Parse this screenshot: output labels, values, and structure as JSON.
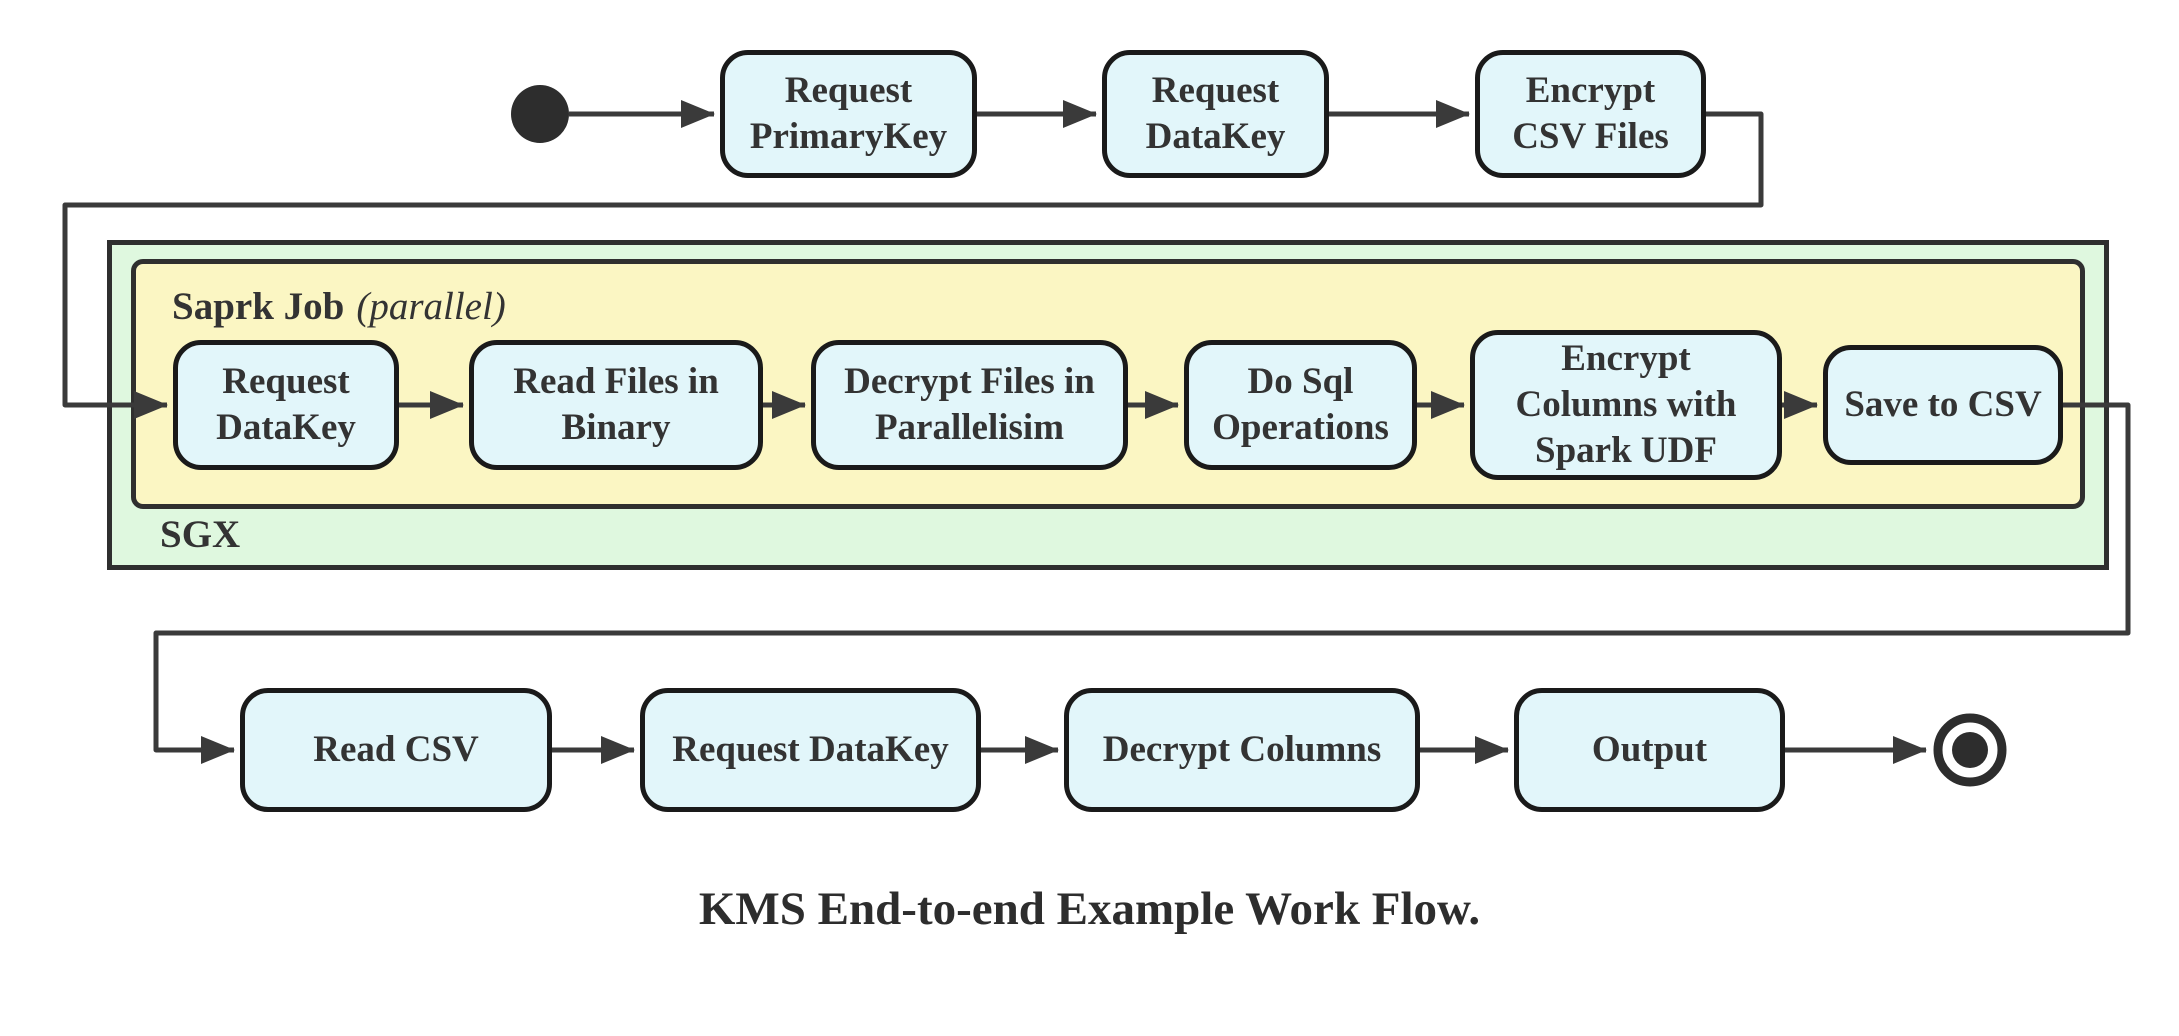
{
  "diagram": {
    "caption": "KMS End-to-end Example Work Flow.",
    "top_row": [
      {
        "label": "Request\nPrimaryKey"
      },
      {
        "label": "Request\nDataKey"
      },
      {
        "label": "Encrypt\nCSV Files"
      }
    ],
    "sgx": {
      "label": "SGX",
      "spark": {
        "title": "Saprk Job",
        "title_note": "(parallel)",
        "nodes": [
          {
            "label": "Request\nDataKey"
          },
          {
            "label": "Read Files in\nBinary"
          },
          {
            "label": "Decrypt Files in\nParallelisim"
          },
          {
            "label": "Do Sql\nOperations"
          },
          {
            "label": "Encrypt\nColumns with\nSpark UDF"
          },
          {
            "label": "Save to CSV"
          }
        ]
      }
    },
    "bottom_row": [
      {
        "label": "Read CSV"
      },
      {
        "label": "Request DataKey"
      },
      {
        "label": "Decrypt Columns"
      },
      {
        "label": "Output"
      }
    ],
    "colors": {
      "node_fill": "#e2f6fa",
      "node_border": "#1a1a1a",
      "spark_group_fill": "#fbf6c3",
      "sgx_group_fill": "#dff8df",
      "edge": "#3a3a3a",
      "text": "#333333"
    }
  }
}
